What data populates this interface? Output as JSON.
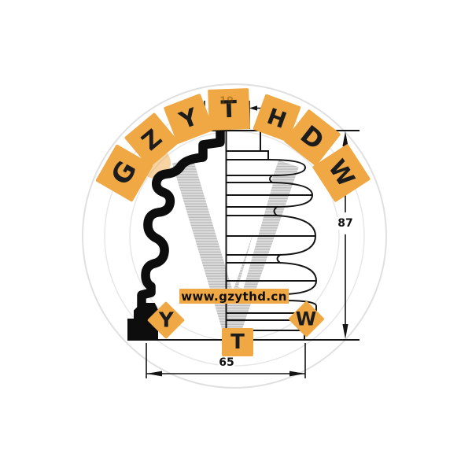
{
  "brand": {
    "website": "www.gzythd.cn",
    "letters_arc": [
      "G",
      "Z",
      "Y",
      "T",
      "H",
      "D",
      "W"
    ],
    "letters_bottom": [
      "Y",
      "T",
      "W"
    ],
    "badge_color": "#EFA843"
  },
  "dims": {
    "height": "87",
    "width": "65",
    "small_end": "19"
  },
  "colors": {
    "line": "#141414",
    "watermark_gray": "#c6c6c6"
  }
}
